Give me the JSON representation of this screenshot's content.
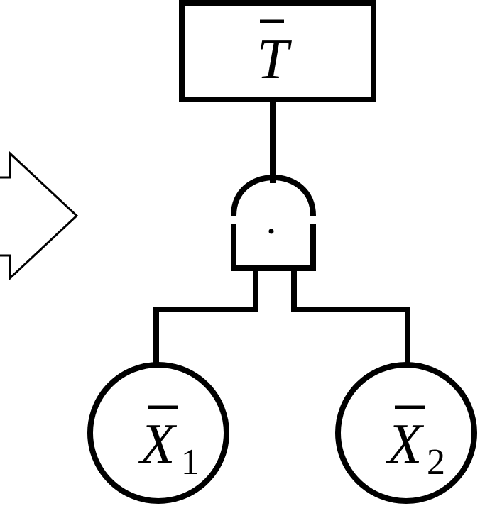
{
  "top_event": {
    "symbol": "T"
  },
  "gate": {
    "symbol": "·"
  },
  "basic_events": [
    {
      "symbol": "X",
      "subscript": "1"
    },
    {
      "symbol": "X",
      "subscript": "2"
    }
  ],
  "colors": {
    "stroke": "#000000",
    "background": "#ffffff"
  },
  "icons": {
    "arrow": "right-arrow-icon",
    "gate": "and-gate-icon"
  }
}
